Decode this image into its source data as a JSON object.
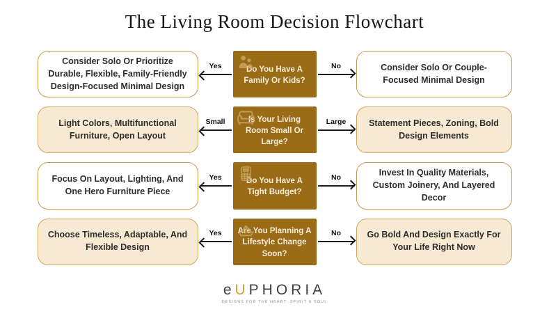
{
  "title": "The Living Room Decision Flowchart",
  "rows": [
    {
      "question": "Do You Have A Family Or Kids?",
      "icon": "family-icon",
      "left_label": "Yes",
      "right_label": "No",
      "left": "Consider Solo Or Prioritize Durable, Flexible, Family-Friendly Design-Focused Minimal Design",
      "right": "Consider Solo Or Couple-Focused Minimal Design"
    },
    {
      "question": "Is Your Living Room Small Or Large?",
      "icon": "sofa-icon",
      "left_label": "Small",
      "right_label": "Large",
      "left": "Light Colors, Multifunctional Furniture, Open Layout",
      "right": "Statement Pieces, Zoning, Bold Design Elements"
    },
    {
      "question": "Do You Have A Tight Budget?",
      "icon": "calculator-icon",
      "left_label": "Yes",
      "right_label": "No",
      "left": "Focus On Layout, Lighting, And One Hero Furniture Piece",
      "right": "Invest In Quality Materials, Custom Joinery, And Layered Decor"
    },
    {
      "question": "Are You Planning A Lifestyle Change Soon?",
      "icon": "boat-icon",
      "left_label": "Yes",
      "right_label": "No",
      "left": "Choose Timeless, Adaptable, And Flexible Design",
      "right": "Go Bold And Design Exactly For Your Life Right Now"
    }
  ],
  "footer": {
    "brand_e": "e",
    "brand_u": "U",
    "brand_rest": "PHORIA",
    "tagline": "Designs for the heart, spirit & soul"
  },
  "colors": {
    "question_box": "#9A6C18",
    "question_text": "#F6EEDA",
    "cream_box_fill": "#F8EAD2",
    "box_border": "#C8984F",
    "arrow": "#1C1C1C",
    "brand_gold": "#D0A135",
    "icon_tan": "#C7A662"
  }
}
